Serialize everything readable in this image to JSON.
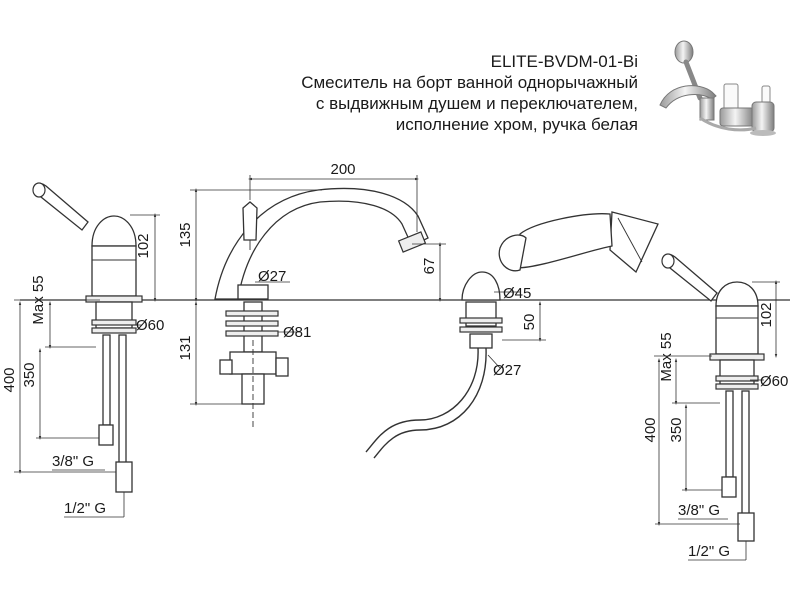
{
  "header": {
    "product_code": "ELITE-BVDM-01-Bi",
    "description_lines": [
      "Смеситель на борт ванной однорычажный",
      "с выдвижным душем и переключателем,",
      "исполнение хром, ручка белая"
    ]
  },
  "photo": {
    "icon": "faucet-product-photo"
  },
  "dimensions": {
    "spout_reach": "200",
    "spout_height": "135",
    "spout_outlet_height": "67",
    "spout_base_dia": "Ø27",
    "spout_flange_dia": "Ø81",
    "spout_below_deck": "131",
    "left_handle_height": "102",
    "left_max_deck": "Max 55",
    "left_dia": "Ø60",
    "left_length_total": "400",
    "left_length_hose": "350",
    "left_thread_small": "3/8\" G",
    "left_thread_large": "1/2\" G",
    "shower_holder_dia": "Ø45",
    "shower_below_deck": "50",
    "shower_hose_dia": "Ø27",
    "right_handle_height": "102",
    "right_max_deck": "Max 55",
    "right_dia": "Ø60",
    "right_length_total": "400",
    "right_length_hose": "350",
    "right_thread_small": "3/8\" G",
    "right_thread_large": "1/2\" G"
  }
}
